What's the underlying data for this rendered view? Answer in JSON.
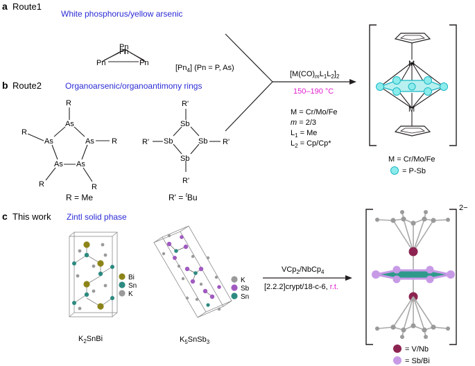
{
  "panels": {
    "a": {
      "letter": "a",
      "route": "Route1",
      "subtitle": "White phosphorus/yellow arsenic",
      "atom": "Pn",
      "formula_pre": "[Pn",
      "formula_sub": "4",
      "formula_post": "] (Pn = P, As)"
    },
    "b": {
      "letter": "b",
      "route": "Route2",
      "subtitle": "Organoarsenic/organoantimony rings",
      "as_atom": "As",
      "sb_atom": "Sb",
      "r": "R",
      "rp": "R'",
      "r_def": "R = Me",
      "rp_def_pre": "R' = ",
      "rp_def_sup": "t",
      "rp_def_post": "Bu"
    },
    "c": {
      "letter": "c",
      "route": "This work",
      "subtitle": "Zintl solid phase",
      "legend1": [
        "Bi",
        "Sn",
        "K"
      ],
      "legend2": [
        "K",
        "Sb",
        "Sn"
      ],
      "comp1": {
        "a": "K",
        "a_sub": "2",
        "b": "SnBi"
      },
      "comp2": {
        "a": "K",
        "a_sub": "5",
        "b": "SnSb",
        "b_sub": "3"
      }
    }
  },
  "arrow_top": {
    "reagent": {
      "pre": "[M(CO)",
      "s1": "m",
      "m1": "L",
      "s2": "1",
      "m2": "L",
      "s3": "2",
      "m3": "]",
      "s4": "2"
    },
    "temperature": "150–190 °C",
    "cond1": "M = Cr/Mo/Fe",
    "cond2_it": "m",
    "cond2_rest": " = 2/3",
    "cond3_a": "L",
    "cond3_sub": "1",
    "cond3_b": " = Me",
    "cond4_a": "L",
    "cond4_sub": "2",
    "cond4_b": " = Cp/Cp*"
  },
  "arrow_bottom": {
    "reagent": {
      "a": "VCp",
      "s1": "2",
      "b": "/NbCp",
      "s2": "4"
    },
    "conditions": "[2.2.2]crypt/18-c-6, ",
    "rt": "r.t."
  },
  "product_top": {
    "metal": "M",
    "legend_metal": "M = Cr/Mo/Fe",
    "legend_ring": "= P-Sb"
  },
  "product_bottom": {
    "charge": "2−",
    "legend_metal": "= V/Nb",
    "legend_ring": "= Sb/Bi"
  },
  "colors": {
    "blue": "#2b2bd6",
    "magenta": "#e21fd0",
    "olive": "#8c8418",
    "teal": "#2c8a80",
    "grey": "#9a9a9a",
    "purple": "#a05ac0",
    "maroon": "#8c2350",
    "lilac": "#c79ae6",
    "cyan": "#8cecec",
    "cyan_edge": "#18b7c4"
  }
}
